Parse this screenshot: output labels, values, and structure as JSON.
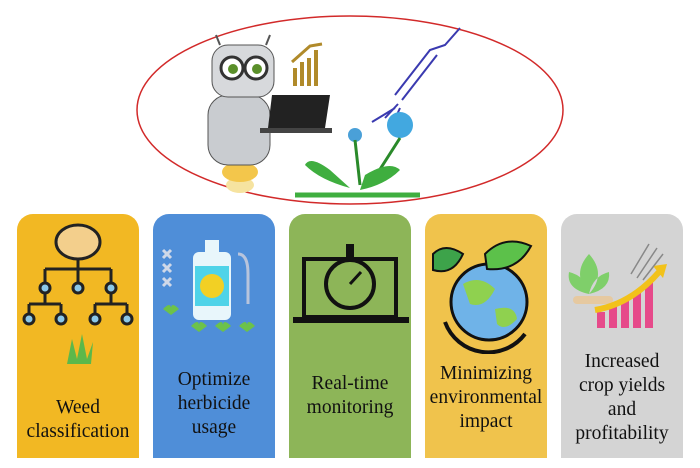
{
  "title": "AI-based weed management benefits",
  "colors": {
    "ellipse": "#d22a2a",
    "card1": "#f2b823",
    "card2": "#4f8ed8",
    "card3": "#8db558",
    "card4": "#f0c34c",
    "card5": "#d4d4d4"
  },
  "cards": [
    {
      "label_lines": [
        "Weed",
        "classification"
      ],
      "icon": "neural-network-weed-icon"
    },
    {
      "label_lines": [
        "Optimize",
        "herbicide",
        "usage"
      ],
      "icon": "sprayer-seedlings-icon"
    },
    {
      "label_lines": [
        "Real-time",
        "monitoring"
      ],
      "icon": "laptop-stopwatch-icon"
    },
    {
      "label_lines": [
        "Minimizing",
        "environmental",
        "impact"
      ],
      "icon": "earth-leaves-icon"
    },
    {
      "label_lines": [
        "Increased",
        "crop yields",
        "and",
        "profitability"
      ],
      "icon": "growth-chart-plant-icon"
    }
  ]
}
